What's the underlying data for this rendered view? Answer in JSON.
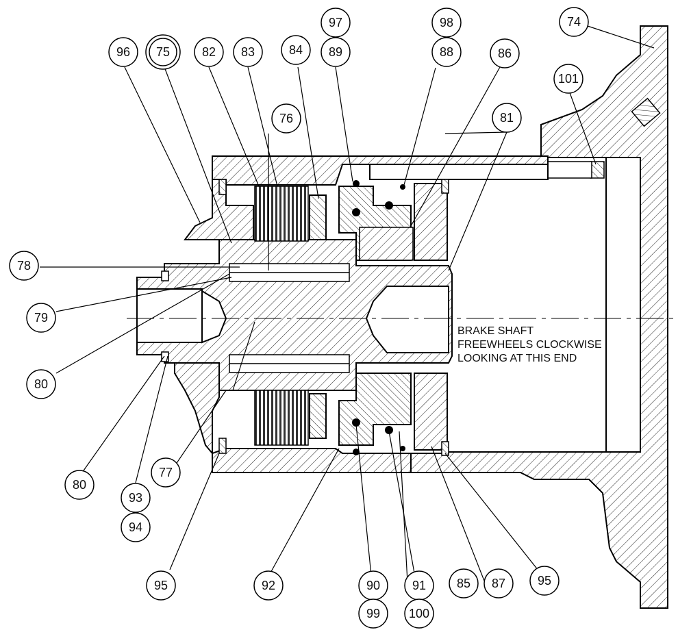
{
  "drawing": {
    "note": [
      "BRAKE SHAFT",
      "FREEWHEELS CLOCKWISE",
      "LOOKING AT THIS END"
    ],
    "callouts": [
      "74",
      "75",
      "76",
      "77",
      "78",
      "79",
      "80",
      "81",
      "82",
      "83",
      "84",
      "85",
      "86",
      "87",
      "88",
      "89",
      "90",
      "91",
      "92",
      "93",
      "94",
      "95",
      "96",
      "97",
      "98",
      "99",
      "100",
      "101"
    ]
  }
}
